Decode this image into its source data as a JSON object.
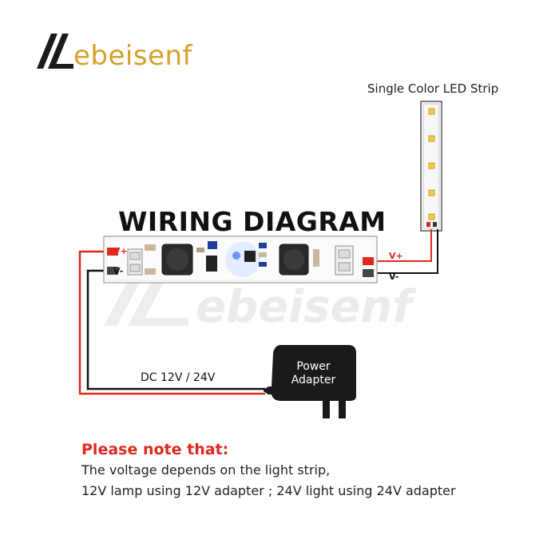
{
  "brand": {
    "name": "ebeisenf",
    "watermark": "ebeisenf"
  },
  "strip": {
    "label": "Single Color LED Strip"
  },
  "title": "WIRING DIAGRAM",
  "board": {
    "left_pos_label": "V+",
    "left_neg_label": "V-",
    "right_pos_label": "V+",
    "right_neg_label": "V-"
  },
  "power": {
    "label": "DC 12V / 24V",
    "adapter_line1": "Power",
    "adapter_line2": "Adapter"
  },
  "note": {
    "title": "Please note that:",
    "line1": "The voltage depends on the light strip,",
    "line2": "12V lamp using 12V adapter ; 24V light using 24V adapter"
  },
  "colors": {
    "positive_wire": "#e0281e",
    "negative_wire": "#111111",
    "note_title": "#e0281e",
    "brand": "#d6a02a"
  }
}
